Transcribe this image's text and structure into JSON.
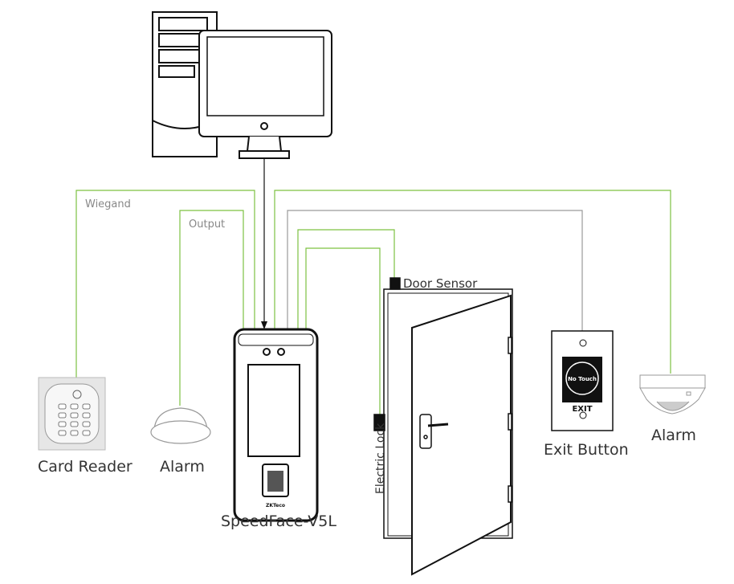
{
  "wires": {
    "wiegand": "Wiegand",
    "output": "Output"
  },
  "labels": {
    "door_sensor": "Door Sensor",
    "electric_lock": "Electric Lock",
    "card_reader": "Card Reader",
    "alarm_left": "Alarm",
    "alarm_right": "Alarm",
    "device": "SpeedFace-V5L",
    "exit_button": "Exit Button"
  },
  "exit_button": {
    "touch_label": "No Touch",
    "exit_label": "EXIT"
  },
  "colors": {
    "wire_green": "#7dc242",
    "wire_gray": "#9a9a9a",
    "outline": "#111111"
  }
}
